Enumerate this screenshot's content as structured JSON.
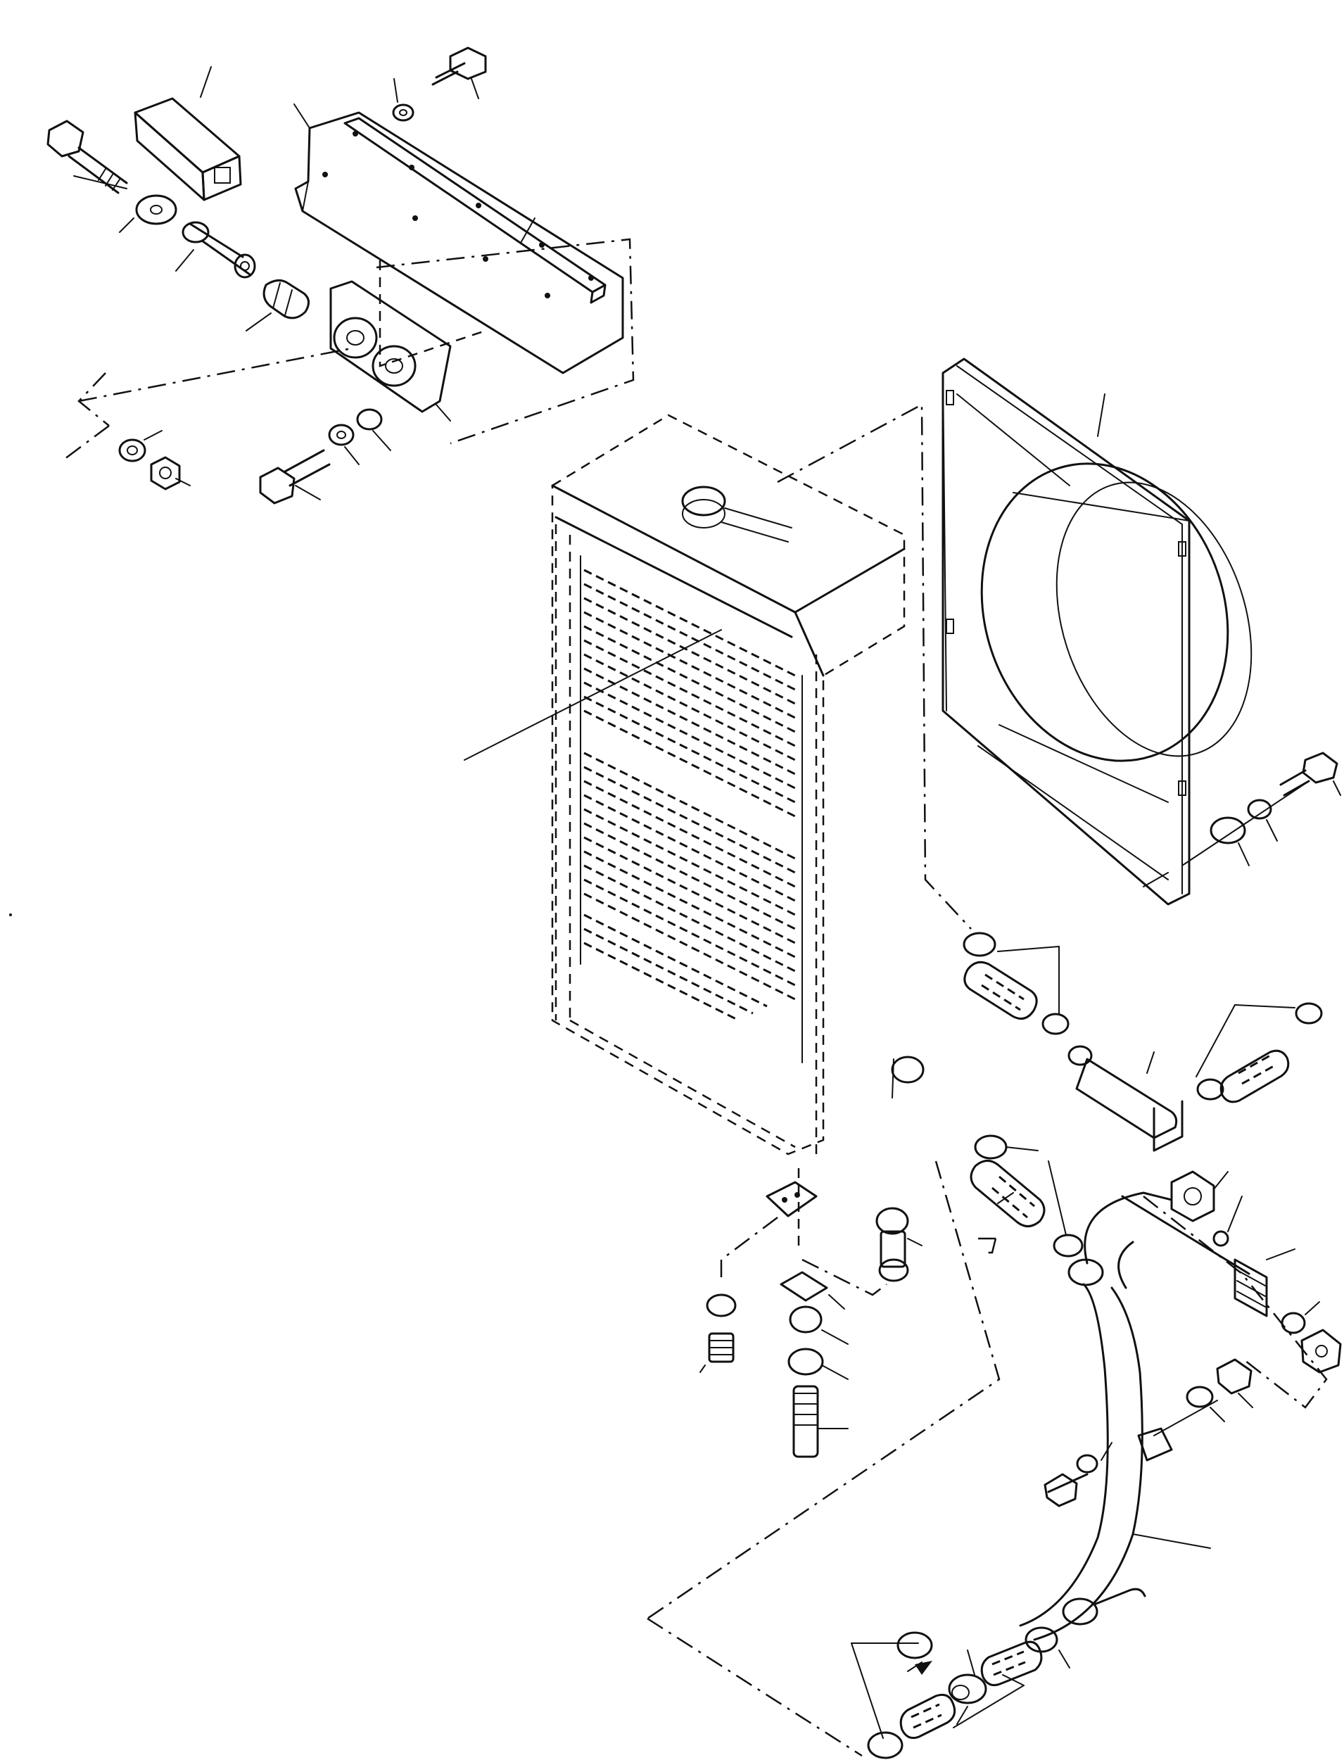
{
  "diagram": {
    "type": "exploded-parts-view",
    "subject": "radiator-assembly",
    "line_color": "#111111",
    "background": "#ffffff",
    "components": [
      {
        "id": "mount-bar-top",
        "kind": "bar"
      },
      {
        "id": "filler-plate",
        "kind": "plate"
      },
      {
        "id": "rubber-strip",
        "kind": "strip"
      },
      {
        "id": "mount-bracket",
        "kind": "bracket"
      },
      {
        "id": "rubber-cushion",
        "kind": "cushion"
      },
      {
        "id": "collar",
        "kind": "sleeve"
      },
      {
        "id": "long-bolt",
        "kind": "bolt"
      },
      {
        "id": "radiator-core",
        "kind": "radiator"
      },
      {
        "id": "fan-shroud",
        "kind": "shroud"
      },
      {
        "id": "upper-hose-set",
        "kind": "hose"
      },
      {
        "id": "lower-pipe",
        "kind": "pipe"
      },
      {
        "id": "drain-cock-set",
        "kind": "fitting"
      },
      {
        "id": "bottom-bracket",
        "kind": "bracket"
      },
      {
        "id": "lower-hose-set",
        "kind": "hose"
      }
    ]
  }
}
